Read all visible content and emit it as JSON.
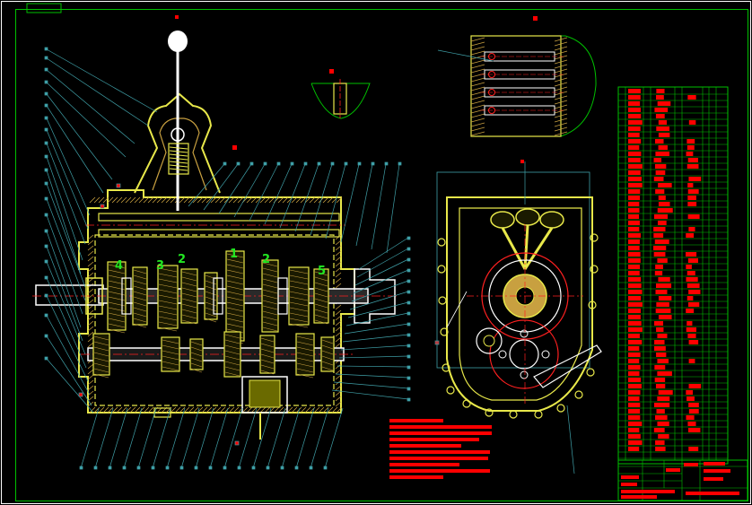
{
  "drawing": {
    "background": "#000000",
    "colors": {
      "frame": "#ffffff",
      "housing": "#e8e84a",
      "hatch": "#c8a040",
      "centerline": "#ff2020",
      "leader": "#3fa0a8",
      "outline": "#ffffff",
      "title_block": "#00c000",
      "table_fill": "#ff0000",
      "gear_label": "#22e822"
    },
    "gear_labels": [
      "4",
      "3",
      "2",
      "1",
      "2",
      "5"
    ]
  }
}
